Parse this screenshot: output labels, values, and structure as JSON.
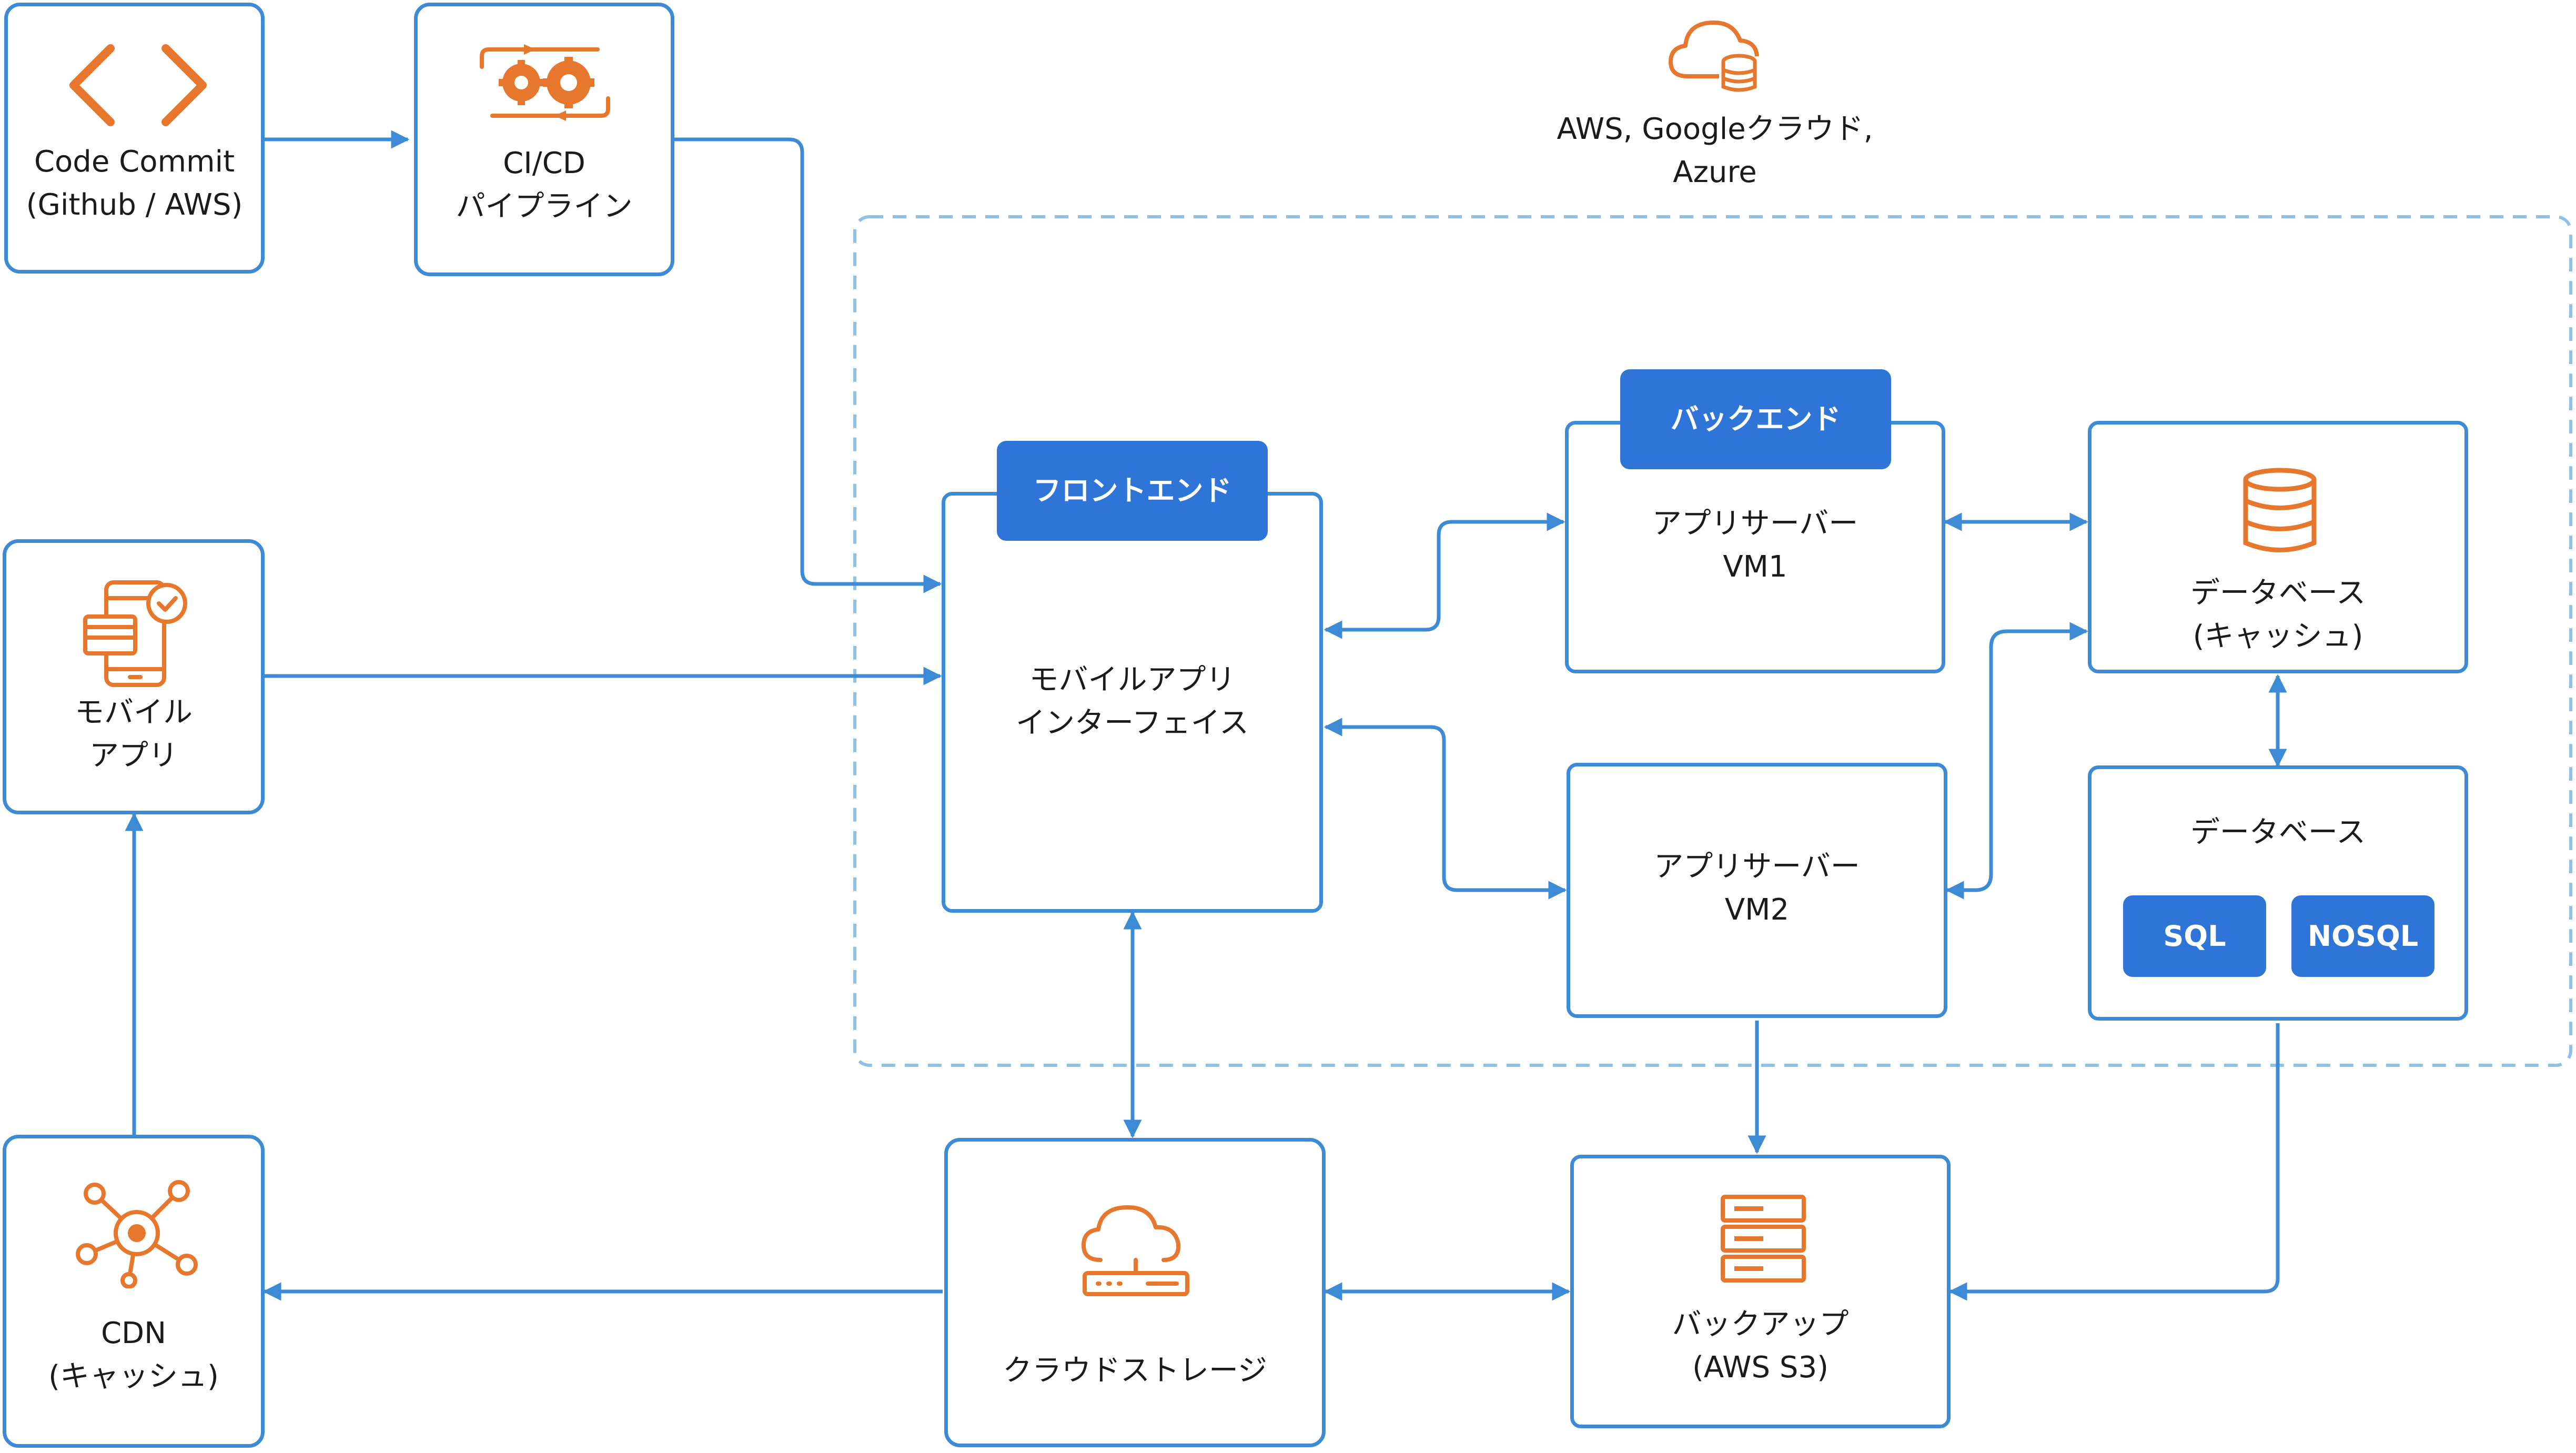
{
  "code_commit": {
    "line1": "Code Commit",
    "line2": "(Github / AWS)"
  },
  "cicd": {
    "line1": "CI/CD",
    "line2": "パイプライン"
  },
  "cloud_provider": {
    "line1": "AWS, Googleクラウド,",
    "line2": "Azure"
  },
  "mobile_app": {
    "line1": "モバイル",
    "line2": "アプリ"
  },
  "frontend": {
    "tag": "フロントエンド",
    "line1": "モバイルアプリ",
    "line2": "インターフェイス"
  },
  "backend": {
    "tag": "バックエンド"
  },
  "vm1": {
    "line1": "アプリサーバー",
    "line2": "VM1"
  },
  "vm2": {
    "line1": "アプリサーバー",
    "line2": "VM2"
  },
  "db_cache": {
    "line1": "データベース",
    "line2": "(キャッシュ)"
  },
  "database": {
    "title": "データベース",
    "sql": "SQL",
    "nosql": "NOSQL"
  },
  "cdn": {
    "line1": "CDN",
    "line2": "(キャッシュ)"
  },
  "cloud_storage": {
    "line1": "クラウドストレージ"
  },
  "backup": {
    "line1": "バックアップ",
    "line2": "(AWS S3)"
  },
  "colors": {
    "box_border": "#3d8bd4",
    "arrow": "#3d8bd4",
    "icon": "#e8772e",
    "tag": "#2f75d8",
    "dashed_region": "#8ec0e8"
  },
  "icons": [
    "code-brackets-icon",
    "gears-icon",
    "cloud-database-icon",
    "mobile-app-icon",
    "database-icon",
    "network-hub-icon",
    "cloud-server-icon",
    "server-stack-icon"
  ]
}
